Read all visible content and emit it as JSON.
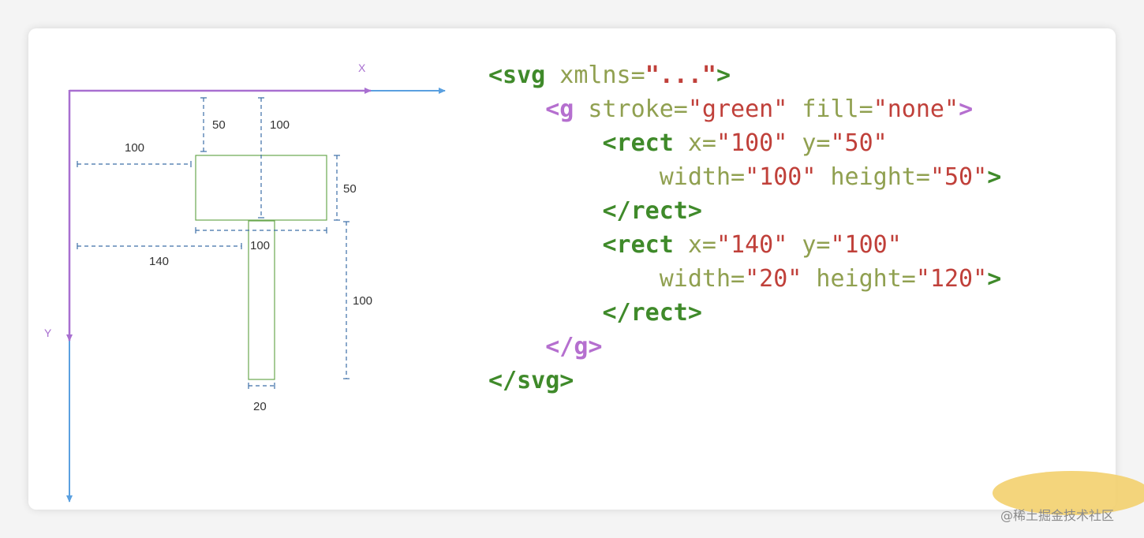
{
  "diagram": {
    "axis_x_label": "X",
    "axis_y_label": "Y",
    "dimensions": {
      "rect1_y": "50",
      "rect2_y": "100",
      "rect1_x": "100",
      "rect1_height": "50",
      "rect1_width": "100",
      "rect2_x": "140",
      "rect2_height": "100",
      "rect2_width": "20"
    },
    "colors": {
      "axis_purple": "#a86fd0",
      "axis_blue": "#5aa0e0",
      "rect_stroke": "#6aa84f",
      "dim_line": "#3d6fa8"
    }
  },
  "code": {
    "lines": [
      [
        {
          "t": "<svg",
          "c": "c-svg tag"
        },
        {
          "t": " xmlns=",
          "c": "c-attr"
        },
        {
          "t": "\"...\"",
          "c": "c-dots"
        },
        {
          "t": ">",
          "c": "c-svg tag"
        }
      ],
      [
        {
          "t": "    "
        },
        {
          "t": "<g",
          "c": "c-g tag"
        },
        {
          "t": " stroke=",
          "c": "c-attr"
        },
        {
          "t": "\"green\"",
          "c": "c-str"
        },
        {
          "t": " fill=",
          "c": "c-attr"
        },
        {
          "t": "\"none\"",
          "c": "c-str"
        },
        {
          "t": ">",
          "c": "c-g tag"
        }
      ],
      [
        {
          "t": "        "
        },
        {
          "t": "<rect",
          "c": "c-rect tag"
        },
        {
          "t": " x=",
          "c": "c-attr"
        },
        {
          "t": "\"100\"",
          "c": "c-str"
        },
        {
          "t": " y=",
          "c": "c-attr"
        },
        {
          "t": "\"50\"",
          "c": "c-str"
        }
      ],
      [
        {
          "t": "            "
        },
        {
          "t": "width=",
          "c": "c-attr"
        },
        {
          "t": "\"100\"",
          "c": "c-str"
        },
        {
          "t": " height=",
          "c": "c-attr"
        },
        {
          "t": "\"50\"",
          "c": "c-str"
        },
        {
          "t": ">",
          "c": "c-rect tag"
        }
      ],
      [
        {
          "t": "        "
        },
        {
          "t": "</rect>",
          "c": "c-rect tag"
        }
      ],
      [
        {
          "t": "        "
        },
        {
          "t": "<rect",
          "c": "c-rect tag"
        },
        {
          "t": " x=",
          "c": "c-attr"
        },
        {
          "t": "\"140\"",
          "c": "c-str"
        },
        {
          "t": " y=",
          "c": "c-attr"
        },
        {
          "t": "\"100\"",
          "c": "c-str"
        }
      ],
      [
        {
          "t": "            "
        },
        {
          "t": "width=",
          "c": "c-attr"
        },
        {
          "t": "\"20\"",
          "c": "c-str"
        },
        {
          "t": " height=",
          "c": "c-attr"
        },
        {
          "t": "\"120\"",
          "c": "c-str"
        },
        {
          "t": ">",
          "c": "c-rect tag"
        }
      ],
      [
        {
          "t": "        "
        },
        {
          "t": "</rect>",
          "c": "c-rect tag"
        }
      ],
      [
        {
          "t": "    "
        },
        {
          "t": "</g>",
          "c": "c-g tag"
        }
      ],
      [
        {
          "t": "</svg>",
          "c": "c-svg tag"
        }
      ]
    ]
  },
  "watermark": "@稀土掘金技术社区"
}
